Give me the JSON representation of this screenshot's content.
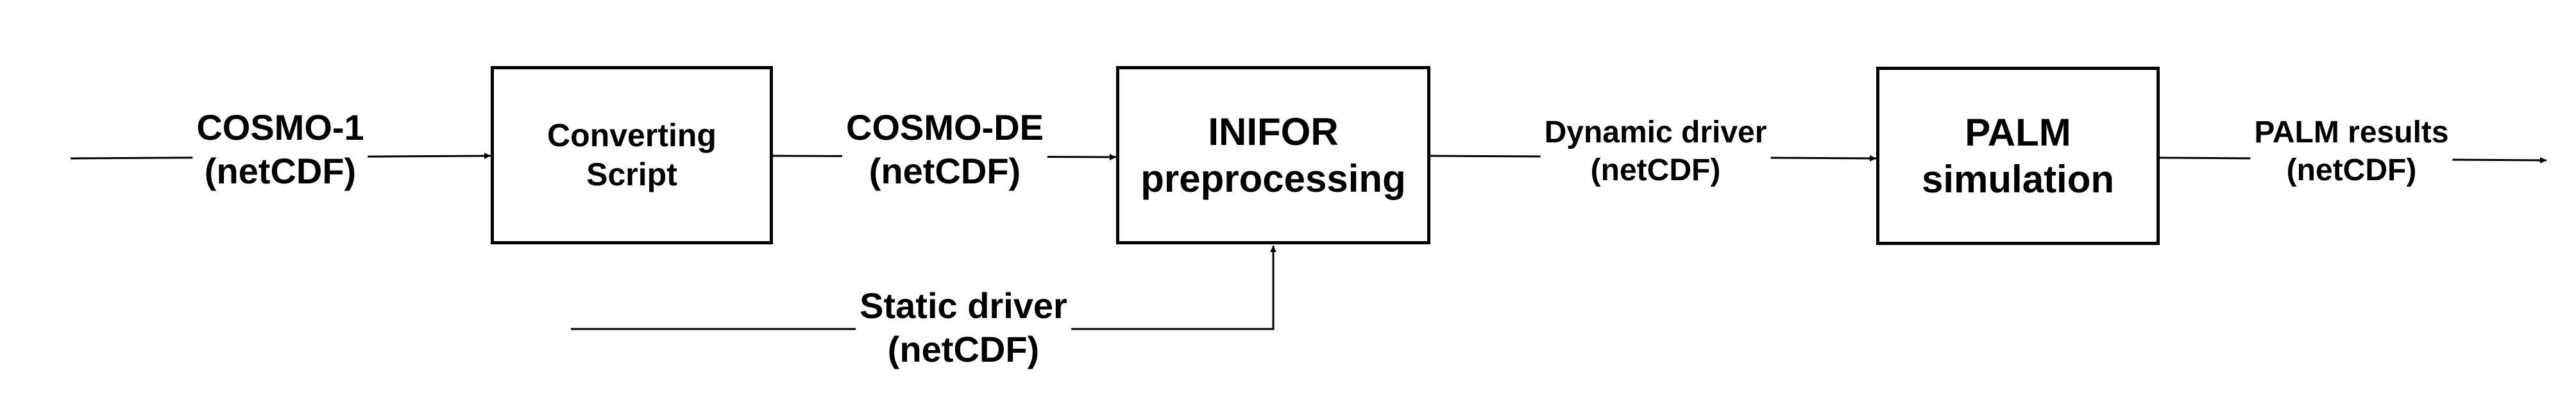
{
  "diagram": {
    "nodes": {
      "converting_script": {
        "lines": [
          "Converting",
          "Script"
        ]
      },
      "inifor": {
        "lines": [
          "INIFOR",
          "preprocessing"
        ]
      },
      "palm": {
        "lines": [
          "PALM",
          "simulation"
        ]
      }
    },
    "edge_labels": {
      "cosmo1": {
        "lines": [
          "COSMO-1",
          "(netCDF)"
        ]
      },
      "cosmode": {
        "lines": [
          "COSMO-DE",
          "(netCDF)"
        ]
      },
      "dynamic_driver": {
        "lines": [
          "Dynamic driver",
          "(netCDF)"
        ]
      },
      "palm_results": {
        "lines": [
          "PALM results",
          "(netCDF)"
        ]
      },
      "static_driver": {
        "lines": [
          "Static driver",
          "(netCDF)"
        ]
      }
    },
    "edges": [
      {
        "from": "input",
        "to": "converting_script",
        "label": "cosmo1"
      },
      {
        "from": "converting_script",
        "to": "inifor",
        "label": "cosmode"
      },
      {
        "from": "static_input",
        "to": "inifor",
        "label": "static_driver"
      },
      {
        "from": "inifor",
        "to": "palm",
        "label": "dynamic_driver"
      },
      {
        "from": "palm",
        "to": "output",
        "label": "palm_results"
      }
    ],
    "colors": {
      "stroke": "#000000",
      "background": "#ffffff"
    }
  }
}
